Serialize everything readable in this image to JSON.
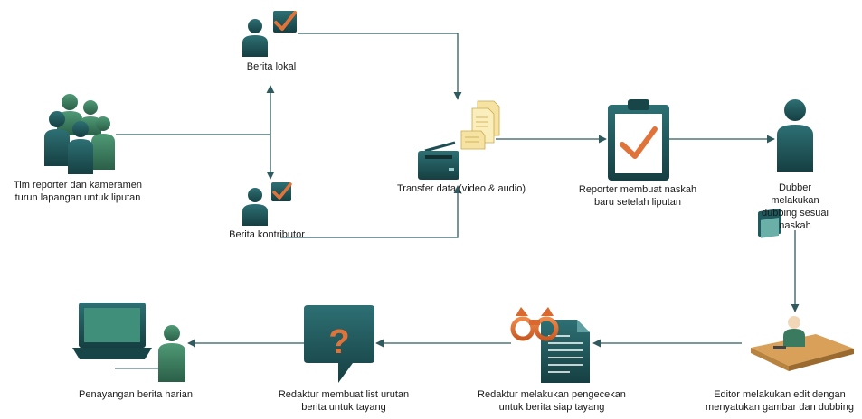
{
  "diagram": {
    "nodes": {
      "team": {
        "label_line1": "Tim reporter dan kameramen",
        "label_line2": "turun lapangan untuk liputan"
      },
      "berita_lokal": {
        "label": "Berita lokal"
      },
      "berita_kontributor": {
        "label": "Berita kontributor"
      },
      "transfer": {
        "label": "Transfer data (video & audio)"
      },
      "reporter": {
        "label_line1": "Reporter membuat naskah",
        "label_line2": "baru setelah liputan"
      },
      "dubber": {
        "label_line1": "Dubber",
        "label_line2": "melakukan",
        "label_line3": "dubbing sesuai",
        "label_line4": "naskah"
      },
      "editor": {
        "label_line1": "Editor melakukan edit dengan",
        "label_line2": "menyatukan gambar dan dubbing"
      },
      "redaktur_cek": {
        "label_line1": "Redaktur melakukan pengecekan",
        "label_line2": "untuk berita siap tayang"
      },
      "redaktur_list": {
        "label_line1": "Redaktur membuat list urutan",
        "label_line2": "berita untuk tayang"
      },
      "penayangan": {
        "label": "Penayangan berita harian"
      }
    },
    "colors": {
      "figure_teal": "#1f5a5e",
      "figure_green": "#3a7a5e",
      "check_orange": "#e0733a",
      "connector": "#2f5a5e"
    }
  }
}
